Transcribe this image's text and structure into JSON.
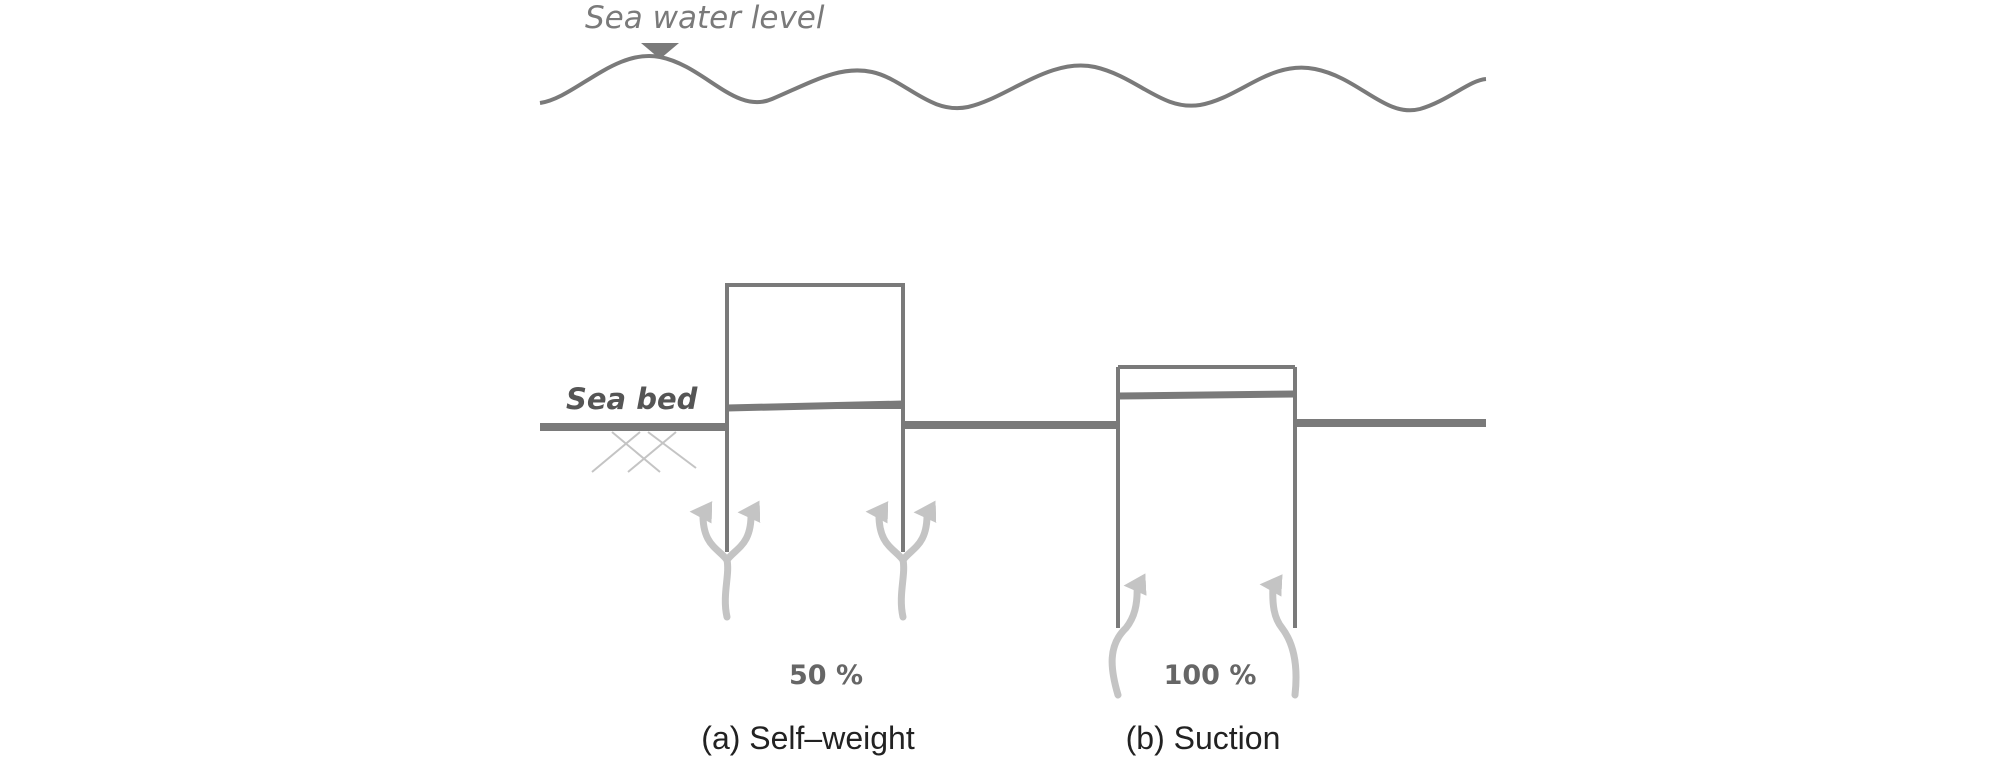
{
  "labels": {
    "sea_water_level": "Sea water level",
    "sea_bed": "Sea bed"
  },
  "panels": [
    {
      "percent": "50 %",
      "caption": "(a)  Self–weight"
    },
    {
      "percent": "100 %",
      "caption": "(b)  Suction"
    }
  ],
  "colors": {
    "structure": "#7a7a7a",
    "flow_arrows": "#c4c4c4",
    "text": "#222222"
  }
}
